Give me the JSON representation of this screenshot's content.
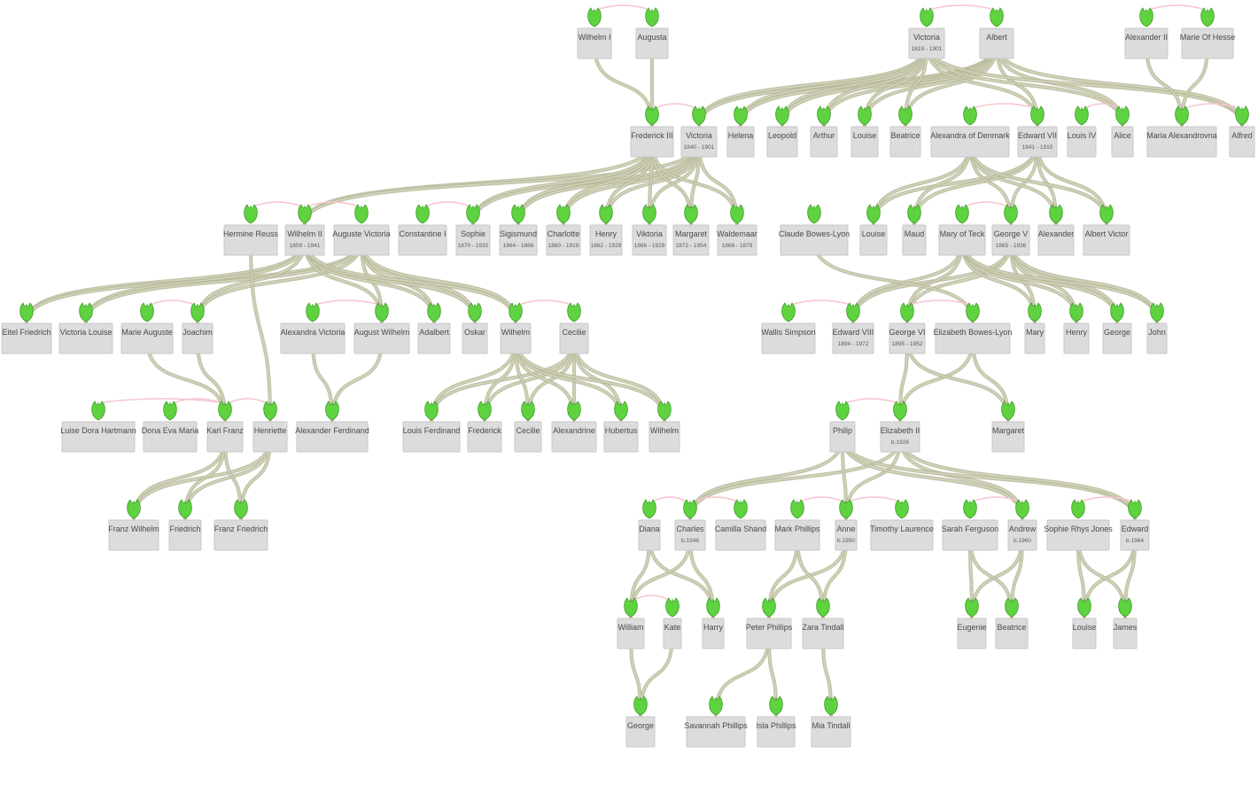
{
  "people": [
    {
      "id": "wilhelm1",
      "name": "Wilhelm I"
    },
    {
      "id": "augusta",
      "name": "Augusta"
    },
    {
      "id": "victoria",
      "name": "Victoria",
      "dates": "1819 - 1901"
    },
    {
      "id": "albert",
      "name": "Albert"
    },
    {
      "id": "alexander2",
      "name": "Alexander II"
    },
    {
      "id": "mariehesse",
      "name": "Marie Of Hesse"
    },
    {
      "id": "frederick3",
      "name": "Frederick III"
    },
    {
      "id": "vicky",
      "name": "Victoria",
      "dates": "1840 - 1901"
    },
    {
      "id": "helena",
      "name": "Helena"
    },
    {
      "id": "leopold",
      "name": "Leopold"
    },
    {
      "id": "arthur",
      "name": "Arthur"
    },
    {
      "id": "louise1",
      "name": "Louise"
    },
    {
      "id": "beatrice1",
      "name": "Beatrice"
    },
    {
      "id": "alexandra",
      "name": "Alexandra of Denmark"
    },
    {
      "id": "edward7",
      "name": "Edward VII",
      "dates": "1841 - 1910"
    },
    {
      "id": "louis4",
      "name": "Louis IV"
    },
    {
      "id": "alice",
      "name": "Alice"
    },
    {
      "id": "mariaalex",
      "name": "Maria Alexandrovna"
    },
    {
      "id": "alfred",
      "name": "Alfred"
    },
    {
      "id": "hermine",
      "name": "Hermine Reuss"
    },
    {
      "id": "wilhelm2",
      "name": "Wilhelm II",
      "dates": "1859 - 1941"
    },
    {
      "id": "augustevic",
      "name": "Auguste Victoria"
    },
    {
      "id": "constantine",
      "name": "Constantine I"
    },
    {
      "id": "sophie",
      "name": "Sophie",
      "dates": "1870 - 1932"
    },
    {
      "id": "sigismund",
      "name": "Sigismund",
      "dates": "1864 - 1866"
    },
    {
      "id": "charlotte",
      "name": "Charlotte",
      "dates": "1860 - 1919"
    },
    {
      "id": "henry1",
      "name": "Henry",
      "dates": "1862 - 1929"
    },
    {
      "id": "viktoria",
      "name": "Viktoria",
      "dates": "1866 - 1929"
    },
    {
      "id": "margaret1",
      "name": "Margaret",
      "dates": "1872 - 1954"
    },
    {
      "id": "waldemar",
      "name": "Waldemaar",
      "dates": "1868 - 1879"
    },
    {
      "id": "claude",
      "name": "Claude Bowes-Lyon"
    },
    {
      "id": "louise2",
      "name": "Louise"
    },
    {
      "id": "maud",
      "name": "Maud"
    },
    {
      "id": "maryteck",
      "name": "Mary of Teck"
    },
    {
      "id": "george5",
      "name": "George V",
      "dates": "1865 - 1936"
    },
    {
      "id": "alexander",
      "name": "Alexander"
    },
    {
      "id": "albertvictor",
      "name": "Albert Victor"
    },
    {
      "id": "eitel",
      "name": "Eitel Friedrich"
    },
    {
      "id": "vicluise",
      "name": "Victoria Louise"
    },
    {
      "id": "marieaug",
      "name": "Marie Auguste"
    },
    {
      "id": "joachim",
      "name": "Joachim"
    },
    {
      "id": "alexvic",
      "name": "Alexandra Victoria"
    },
    {
      "id": "augwil",
      "name": "August Wilhelm"
    },
    {
      "id": "adalbert",
      "name": "Adalbert"
    },
    {
      "id": "oskar",
      "name": "Oskar"
    },
    {
      "id": "wilhelm3",
      "name": "Wilhelm"
    },
    {
      "id": "cecilie1",
      "name": "Cecilie"
    },
    {
      "id": "wallis",
      "name": "Wallis Simpson"
    },
    {
      "id": "edward8",
      "name": "Edward VIII",
      "dates": "1894 - 1972"
    },
    {
      "id": "george6",
      "name": "George VI",
      "dates": "1895 - 1952"
    },
    {
      "id": "elizbl",
      "name": "Elizabeth Bowes-Lyon"
    },
    {
      "id": "mary",
      "name": "Mary"
    },
    {
      "id": "henry2",
      "name": "Henry"
    },
    {
      "id": "george2",
      "name": "George"
    },
    {
      "id": "john",
      "name": "John"
    },
    {
      "id": "luisedora",
      "name": "Luise Dora Hartmann"
    },
    {
      "id": "donaeva",
      "name": "Dona Eva Maria"
    },
    {
      "id": "karlfranz",
      "name": "Karl Franz"
    },
    {
      "id": "henriette",
      "name": "Henriette"
    },
    {
      "id": "alexferd",
      "name": "Alexander Ferdinand"
    },
    {
      "id": "louisferd",
      "name": "Louis Ferdinand"
    },
    {
      "id": "frederick",
      "name": "Frederick"
    },
    {
      "id": "cecilie2",
      "name": "Cecilie"
    },
    {
      "id": "alexandrine",
      "name": "Alexandrine"
    },
    {
      "id": "hubertus",
      "name": "Hubertus"
    },
    {
      "id": "wilhelm4",
      "name": "Wilhelm"
    },
    {
      "id": "philip",
      "name": "Philip"
    },
    {
      "id": "elizabeth2",
      "name": "Elizabeth II",
      "dates": "b.1926"
    },
    {
      "id": "margaret2",
      "name": "Margaret"
    },
    {
      "id": "franzwil",
      "name": "Franz Wilhelm"
    },
    {
      "id": "friedrich",
      "name": "Friedrich"
    },
    {
      "id": "franzfried",
      "name": "Franz Friedrich"
    },
    {
      "id": "diana",
      "name": "Diana"
    },
    {
      "id": "charles",
      "name": "Charles",
      "dates": "b.1948"
    },
    {
      "id": "camilla",
      "name": "Camilla Shand"
    },
    {
      "id": "markphil",
      "name": "Mark Phillips"
    },
    {
      "id": "anne",
      "name": "Anne",
      "dates": "b.1950"
    },
    {
      "id": "timothy",
      "name": "Timothy Laurence"
    },
    {
      "id": "sarah",
      "name": "Sarah Ferguson"
    },
    {
      "id": "andrew",
      "name": "Andrew",
      "dates": "b.1960"
    },
    {
      "id": "sophierj",
      "name": "Sophie Rhys Jones"
    },
    {
      "id": "edward",
      "name": "Edward",
      "dates": "b.1964"
    },
    {
      "id": "william",
      "name": "William"
    },
    {
      "id": "kate",
      "name": "Kate"
    },
    {
      "id": "harry",
      "name": "Harry"
    },
    {
      "id": "peter",
      "name": "Peter Phillips"
    },
    {
      "id": "zara",
      "name": "Zara Tindall"
    },
    {
      "id": "eugenie",
      "name": "Eugenie"
    },
    {
      "id": "beatrice2",
      "name": "Beatrice"
    },
    {
      "id": "louise3",
      "name": "Louise"
    },
    {
      "id": "james",
      "name": "James"
    },
    {
      "id": "georgeyoung",
      "name": "George"
    },
    {
      "id": "savannah",
      "name": "Savannah Phillips"
    },
    {
      "id": "isla",
      "name": "Isla Phillips"
    },
    {
      "id": "mia",
      "name": "Mia Tindall"
    }
  ],
  "marriages": [
    [
      "wilhelm1",
      "augusta"
    ],
    [
      "victoria",
      "albert"
    ],
    [
      "alexander2",
      "mariehesse"
    ],
    [
      "frederick3",
      "vicky"
    ],
    [
      "alexandra",
      "edward7"
    ],
    [
      "louis4",
      "alice"
    ],
    [
      "mariaalex",
      "alfred"
    ],
    [
      "hermine",
      "wilhelm2"
    ],
    [
      "wilhelm2",
      "augustevic"
    ],
    [
      "constantine",
      "sophie"
    ],
    [
      "maryteck",
      "george5"
    ],
    [
      "marieaug",
      "joachim"
    ],
    [
      "alexvic",
      "augwil"
    ],
    [
      "wilhelm3",
      "cecilie1"
    ],
    [
      "wallis",
      "edward8"
    ],
    [
      "george6",
      "elizbl"
    ],
    [
      "luisedora",
      "karlfranz"
    ],
    [
      "donaeva",
      "karlfranz"
    ],
    [
      "karlfranz",
      "henriette"
    ],
    [
      "philip",
      "elizabeth2"
    ],
    [
      "diana",
      "charles"
    ],
    [
      "charles",
      "camilla"
    ],
    [
      "markphil",
      "anne"
    ],
    [
      "anne",
      "timothy"
    ],
    [
      "sarah",
      "andrew"
    ],
    [
      "sophierj",
      "edward"
    ],
    [
      "william",
      "kate"
    ]
  ],
  "families": [
    {
      "parents": [
        "wilhelm1",
        "augusta"
      ],
      "children": [
        "frederick3"
      ]
    },
    {
      "parents": [
        "victoria",
        "albert"
      ],
      "children": [
        "vicky",
        "helena",
        "leopold",
        "arthur",
        "louise1",
        "beatrice1",
        "edward7",
        "alice",
        "alfred"
      ]
    },
    {
      "parents": [
        "alexander2",
        "mariehesse"
      ],
      "children": [
        "mariaalex"
      ]
    },
    {
      "parents": [
        "frederick3",
        "vicky"
      ],
      "children": [
        "wilhelm2",
        "sophie",
        "sigismund",
        "charlotte",
        "henry1",
        "viktoria",
        "margaret1",
        "waldemar"
      ]
    },
    {
      "parents": [
        "alexandra",
        "edward7"
      ],
      "children": [
        "louise2",
        "maud",
        "george5",
        "alexander",
        "albertvictor"
      ]
    },
    {
      "parents": [
        "wilhelm2",
        "augustevic"
      ],
      "children": [
        "eitel",
        "vicluise",
        "joachim",
        "augwil",
        "adalbert",
        "oskar",
        "wilhelm3"
      ]
    },
    {
      "parents": [
        "maryteck",
        "george5"
      ],
      "children": [
        "edward8",
        "george6",
        "mary",
        "henry2",
        "george2",
        "john"
      ]
    },
    {
      "parents": [
        "claude"
      ],
      "children": [
        "elizbl"
      ]
    },
    {
      "parents": [
        "joachim",
        "marieaug"
      ],
      "children": [
        "karlfranz"
      ]
    },
    {
      "parents": [
        "hermine"
      ],
      "children": [
        "henriette"
      ]
    },
    {
      "parents": [
        "alexvic",
        "augwil"
      ],
      "children": [
        "alexferd"
      ]
    },
    {
      "parents": [
        "wilhelm3",
        "cecilie1"
      ],
      "children": [
        "louisferd",
        "frederick",
        "cecilie2",
        "alexandrine",
        "hubertus",
        "wilhelm4"
      ]
    },
    {
      "parents": [
        "george6",
        "elizbl"
      ],
      "children": [
        "elizabeth2",
        "margaret2"
      ]
    },
    {
      "parents": [
        "karlfranz",
        "henriette"
      ],
      "children": [
        "franzwil",
        "friedrich",
        "franzfried"
      ]
    },
    {
      "parents": [
        "philip",
        "elizabeth2"
      ],
      "children": [
        "charles",
        "anne",
        "andrew",
        "edward"
      ]
    },
    {
      "parents": [
        "diana",
        "charles"
      ],
      "children": [
        "william",
        "harry"
      ]
    },
    {
      "parents": [
        "markphil",
        "anne"
      ],
      "children": [
        "peter",
        "zara"
      ]
    },
    {
      "parents": [
        "sarah",
        "andrew"
      ],
      "children": [
        "eugenie",
        "beatrice2"
      ]
    },
    {
      "parents": [
        "sophierj",
        "edward"
      ],
      "children": [
        "louise3",
        "james"
      ]
    },
    {
      "parents": [
        "william",
        "kate"
      ],
      "children": [
        "georgeyoung"
      ]
    },
    {
      "parents": [
        "peter"
      ],
      "children": [
        "savannah",
        "isla"
      ]
    },
    {
      "parents": [
        "zara"
      ],
      "children": [
        "mia"
      ]
    }
  ]
}
